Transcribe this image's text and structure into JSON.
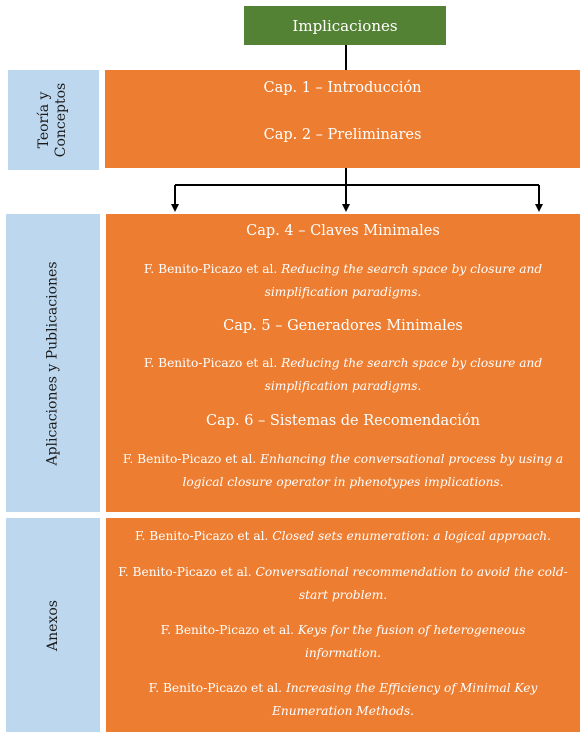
{
  "top": {
    "title": "Implicaciones"
  },
  "sections": {
    "teoria": {
      "label_line1": "Teoría y",
      "label_line2": "Conceptos",
      "chapters": [
        "Cap. 1 – Introducción",
        "Cap. 2 – Preliminares"
      ]
    },
    "aplicaciones": {
      "label": "Aplicaciones y Publicaciones",
      "cap4": "Cap. 4 – Claves Minimales",
      "cap4_author": "F. Benito-Picazo et al.",
      "cap4_title": "Reducing the search space by closure and simplification paradigms.",
      "cap5": "Cap. 5 – Generadores Minimales",
      "cap5_author": "F. Benito-Picazo et al.",
      "cap5_title": "Reducing the search space by closure and simplification paradigms.",
      "cap6": "Cap. 6 – Sistemas de Recomendación",
      "cap6_author": "F. Benito-Picazo et al.",
      "cap6_title": "Enhancing the conversational process by using a logical closure operator in phenotypes implications."
    },
    "anexos": {
      "label": "Anexos",
      "pub1_author": "F. Benito-Picazo et al.",
      "pub1_title": "Closed sets enumeration: a logical approach.",
      "pub2_author": "F. Benito-Picazo et al.",
      "pub2_title": "Conversational recommendation to avoid the cold-start problem.",
      "pub3_author": "F. Benito-Picazo et al.",
      "pub3_title": "Keys for the fusion of heterogeneous information.",
      "pub4_author": "F. Benito-Picazo et al.",
      "pub4_title": "Increasing the Efficiency of Minimal Key Enumeration Methods."
    }
  },
  "colors": {
    "green": "#548235",
    "orange": "#ed7d31",
    "side": "#bdd7ee"
  }
}
